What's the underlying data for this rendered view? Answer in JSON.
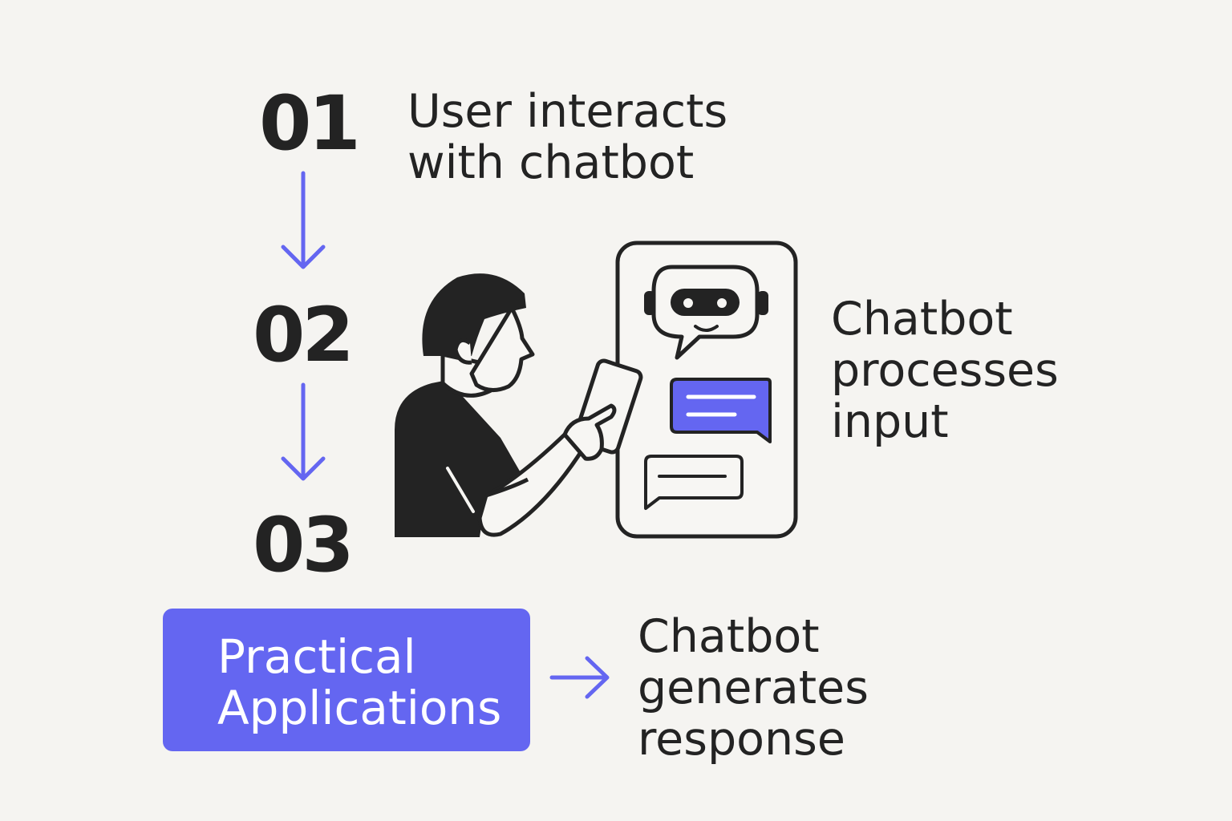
{
  "steps": [
    {
      "number": "01",
      "lines": [
        "User interacts",
        "with chatbot"
      ]
    },
    {
      "number": "02",
      "lines": [
        "Chatbot",
        "processes",
        "input"
      ]
    },
    {
      "number": "03",
      "lines": [
        "Chatbot",
        "generates",
        "response"
      ]
    }
  ],
  "cta": {
    "lines": [
      "Practical",
      "Applications"
    ]
  },
  "colors": {
    "accent": "#6466f1",
    "ink": "#232323",
    "background": "#f5f4f1"
  },
  "icons": [
    "arrow-down-icon",
    "arrow-right-icon",
    "person-with-phone-icon",
    "chatbot-robot-icon",
    "chat-bubble-icon"
  ]
}
